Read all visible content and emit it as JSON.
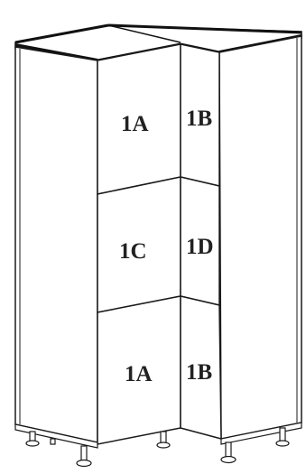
{
  "panels": [
    {
      "id": "upper-left-door",
      "label": "1A"
    },
    {
      "id": "upper-right-door",
      "label": "1B"
    },
    {
      "id": "middle-left-door",
      "label": "1C"
    },
    {
      "id": "middle-right-door",
      "label": "1D"
    },
    {
      "id": "lower-left-door",
      "label": "1A"
    },
    {
      "id": "lower-right-door",
      "label": "1B"
    }
  ],
  "colors": {
    "line": "#1a1a1a",
    "cabinet_fill": "#ffffff",
    "top_edge": "#111111"
  }
}
